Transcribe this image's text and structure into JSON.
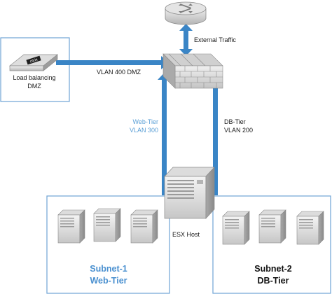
{
  "labels": {
    "external_traffic": "External Traffic",
    "load_balancing_line1": "Load balancing",
    "load_balancing_line2": "DMZ",
    "vlan_dmz": "VLAN 400 DMZ",
    "web_tier_line1": "Web-Tier",
    "web_tier_line2": "VLAN 300",
    "db_tier_line1": "DB-Tier",
    "db_tier_line2": "VLAN 200",
    "esx_host": "ESX Host",
    "subnet1_line1": "Subnet-1",
    "subnet1_line2": "Web-Tier",
    "subnet2_line1": "Subnet-2",
    "subnet2_line2": "DB-Tier",
    "device_brand": "citrix"
  },
  "colors": {
    "link_blue": "#3a85c6",
    "box_border": "#6ea4d4",
    "label_blue": "#5a9fd6",
    "subnet1_title": "#4a90d0",
    "subnet2_title": "#111111"
  },
  "icons": [
    "router-icon",
    "firewall-icon",
    "load-balancer-icon",
    "esx-host-server-icon",
    "server-icon"
  ]
}
